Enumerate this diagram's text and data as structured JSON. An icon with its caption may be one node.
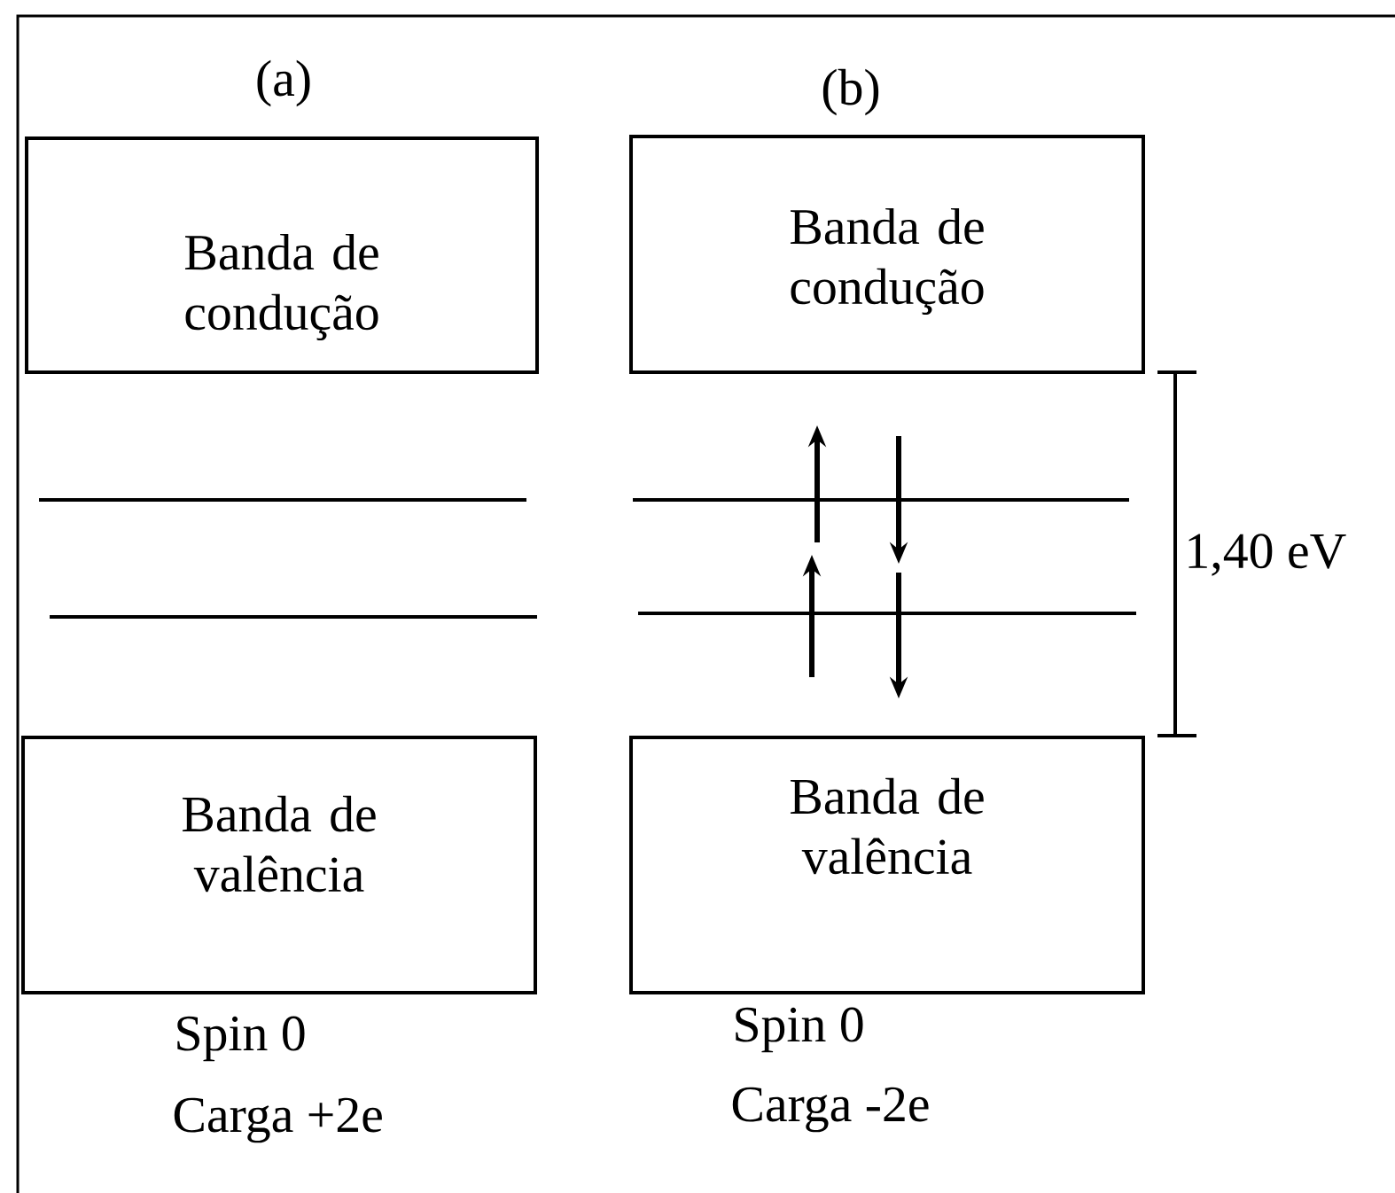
{
  "diagram": {
    "nodes": [
      {
        "text": [
          "Banda de condução"
        ]
      },
      {
        "text": [
          "Banda de condução"
        ]
      },
      {
        "text": [
          "Banda de valência"
        ]
      },
      {
        "text": [
          "Banda de valência"
        ]
      }
    ],
    "labels": [
      "(a)",
      "(b)",
      "1,40 eV",
      "Spin 0",
      "Carga +2e",
      "Spin 0",
      "Carga -2e"
    ]
  }
}
